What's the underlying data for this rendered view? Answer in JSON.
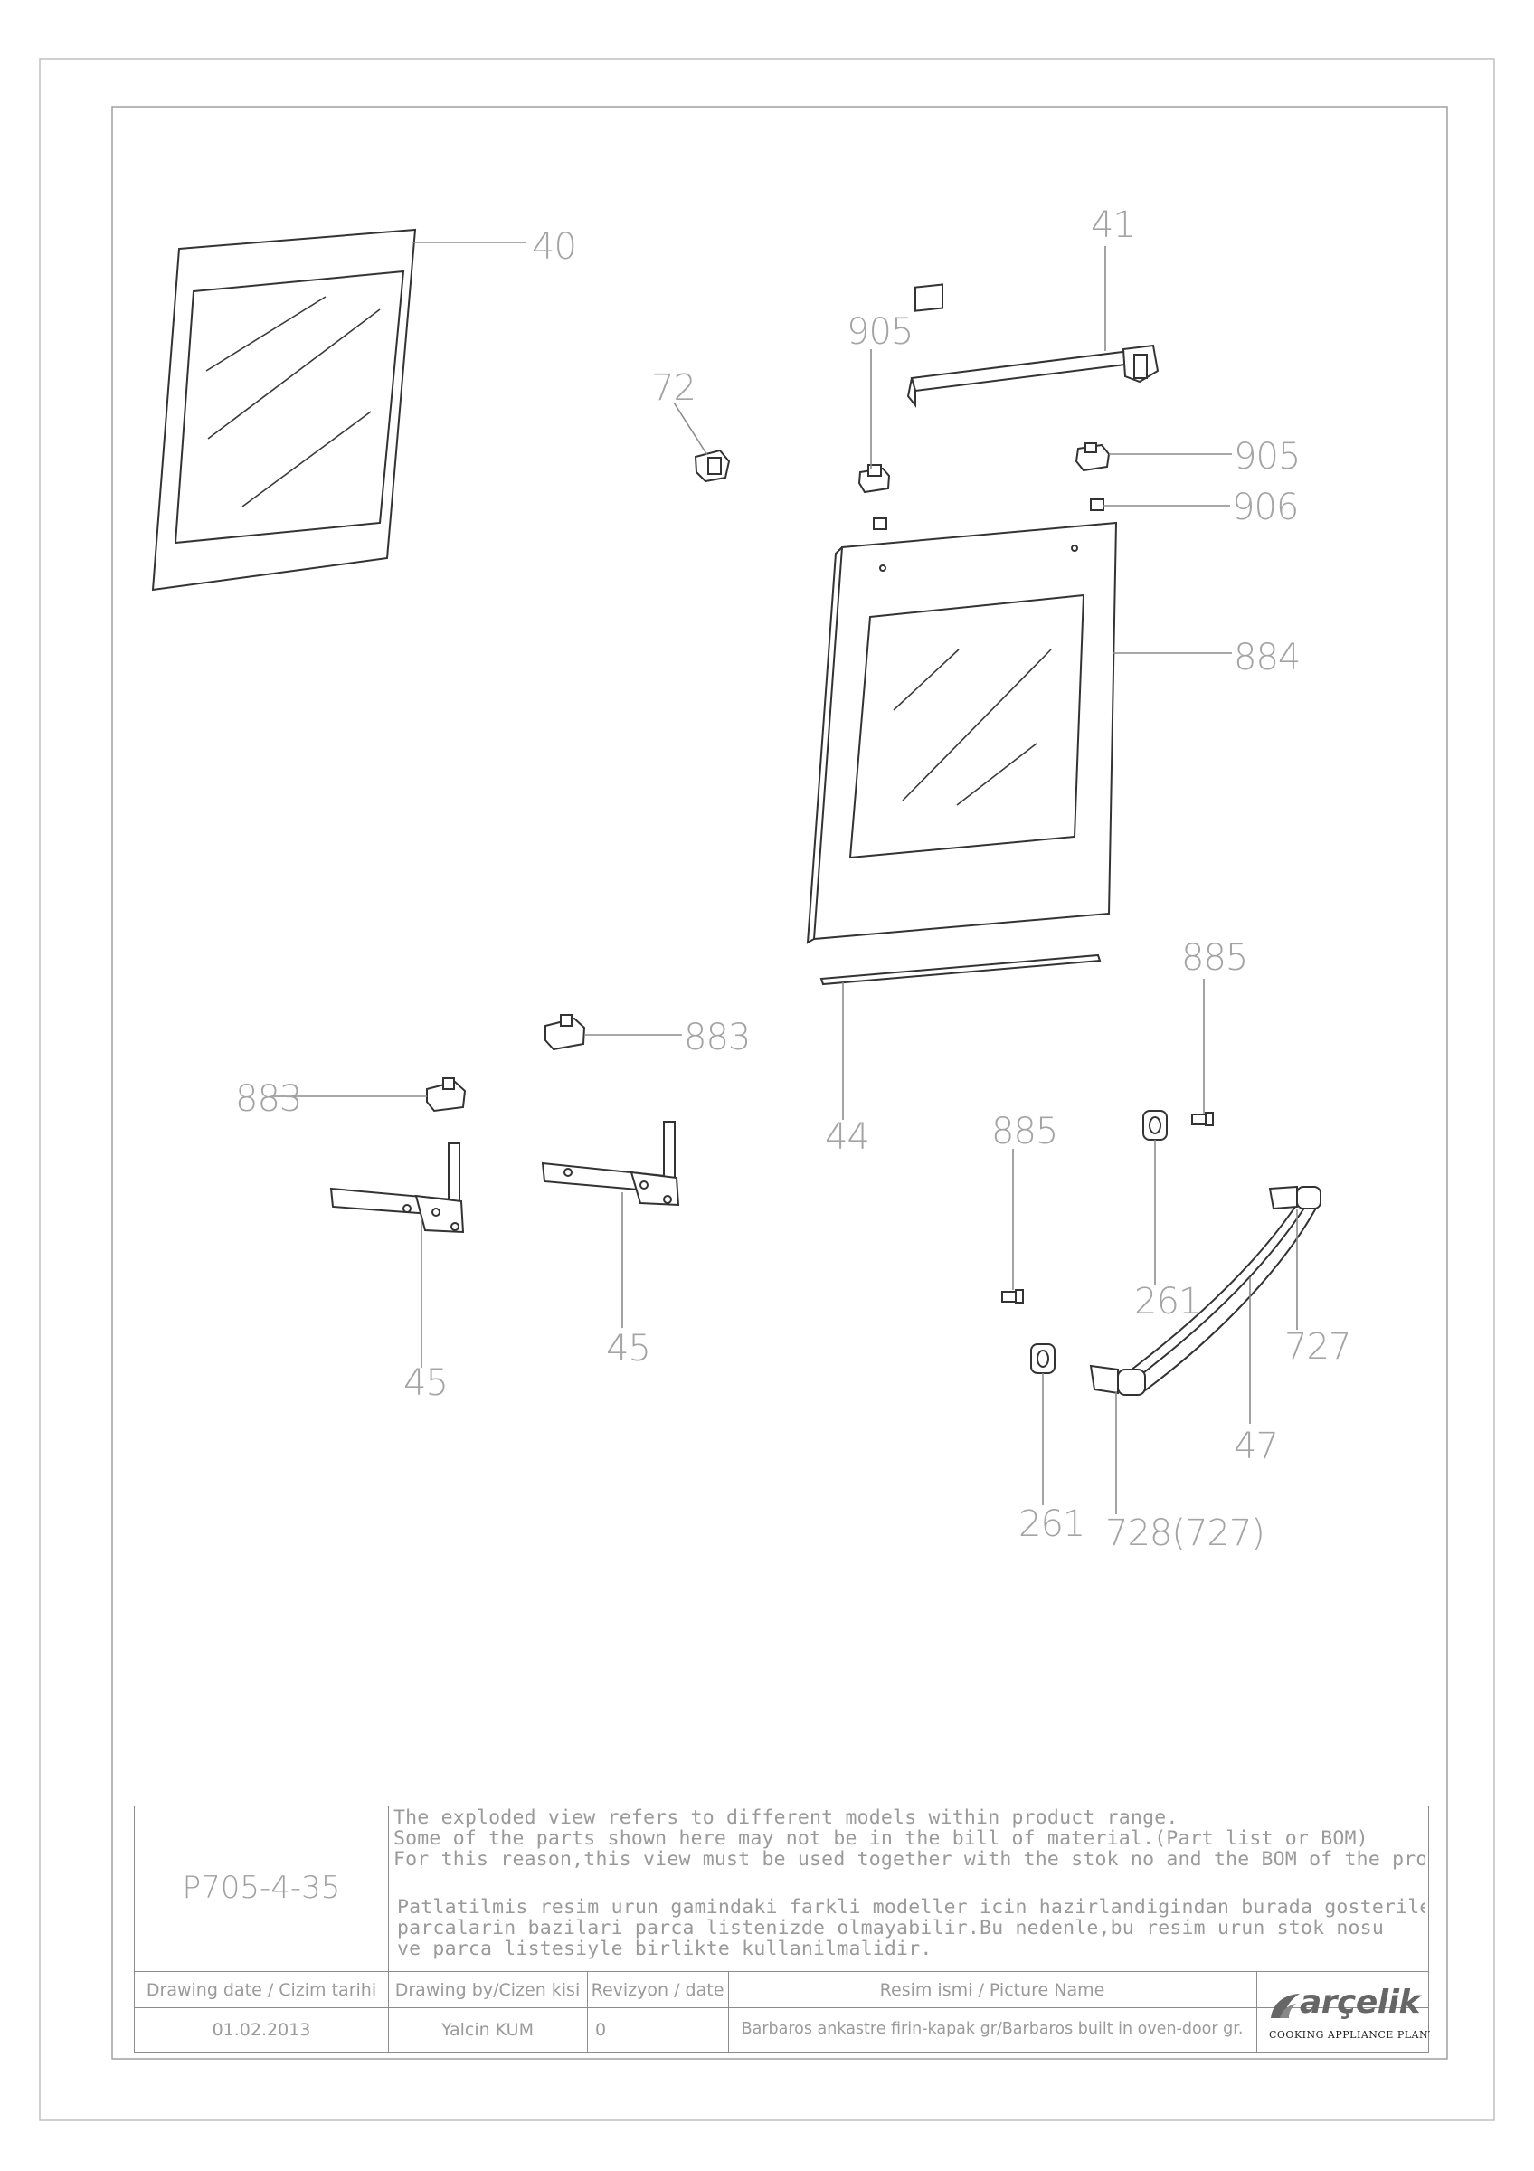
{
  "parts": {
    "p40": "40",
    "p41": "41",
    "p72": "72",
    "p905a": "905",
    "p905b": "905",
    "p906": "906",
    "p884": "884",
    "p44": "44",
    "p885a": "885",
    "p885b": "885",
    "p883a": "883",
    "p883b": "883",
    "p45a": "45",
    "p45b": "45",
    "p261a": "261",
    "p261b": "261",
    "p727": "727",
    "p47": "47",
    "p728": "728(727)"
  },
  "title_block": {
    "drawing_code": "P705-4-35",
    "note_en_1": "The exploded view refers to different models within product range.",
    "note_en_2": "Some of the parts shown here may not be in the bill of material.(Part list or BOM)",
    "note_en_3": "For this reason,this view must be used together with the stok no and the BOM of the product",
    "note_tr_1": "Patlatilmis resim urun gamindaki farkli modeller icin hazirlandigindan burada gosterilen",
    "note_tr_2": "parcalarin bazilari parca listenizde olmayabilir.Bu nedenle,bu resim urun stok nosu",
    "note_tr_3": "ve parca listesiyle birlikte kullanilmalidir.",
    "drawing_date_label": "Drawing date / Cizim tarihi",
    "drawing_by_label": "Drawing by/Cizen kisi",
    "revision_label": "Revizyon / date",
    "picture_name_label": "Resim ismi / Picture Name",
    "drawing_date": "01.02.2013",
    "drawing_by": "Yalcin KUM",
    "revision": "0",
    "picture_name": "Barbaros ankastre firin-kapak gr/Barbaros built in oven-door gr.",
    "brand": "arçelik",
    "plant": "COOKING APPLIANCE PLANT"
  },
  "colors": {
    "line": "#8c8c8c",
    "part": "#333333",
    "text": "#a4a4a4",
    "brand": "#666666"
  },
  "icons": {
    "brand_mark": "arcelik-logo-icon"
  }
}
